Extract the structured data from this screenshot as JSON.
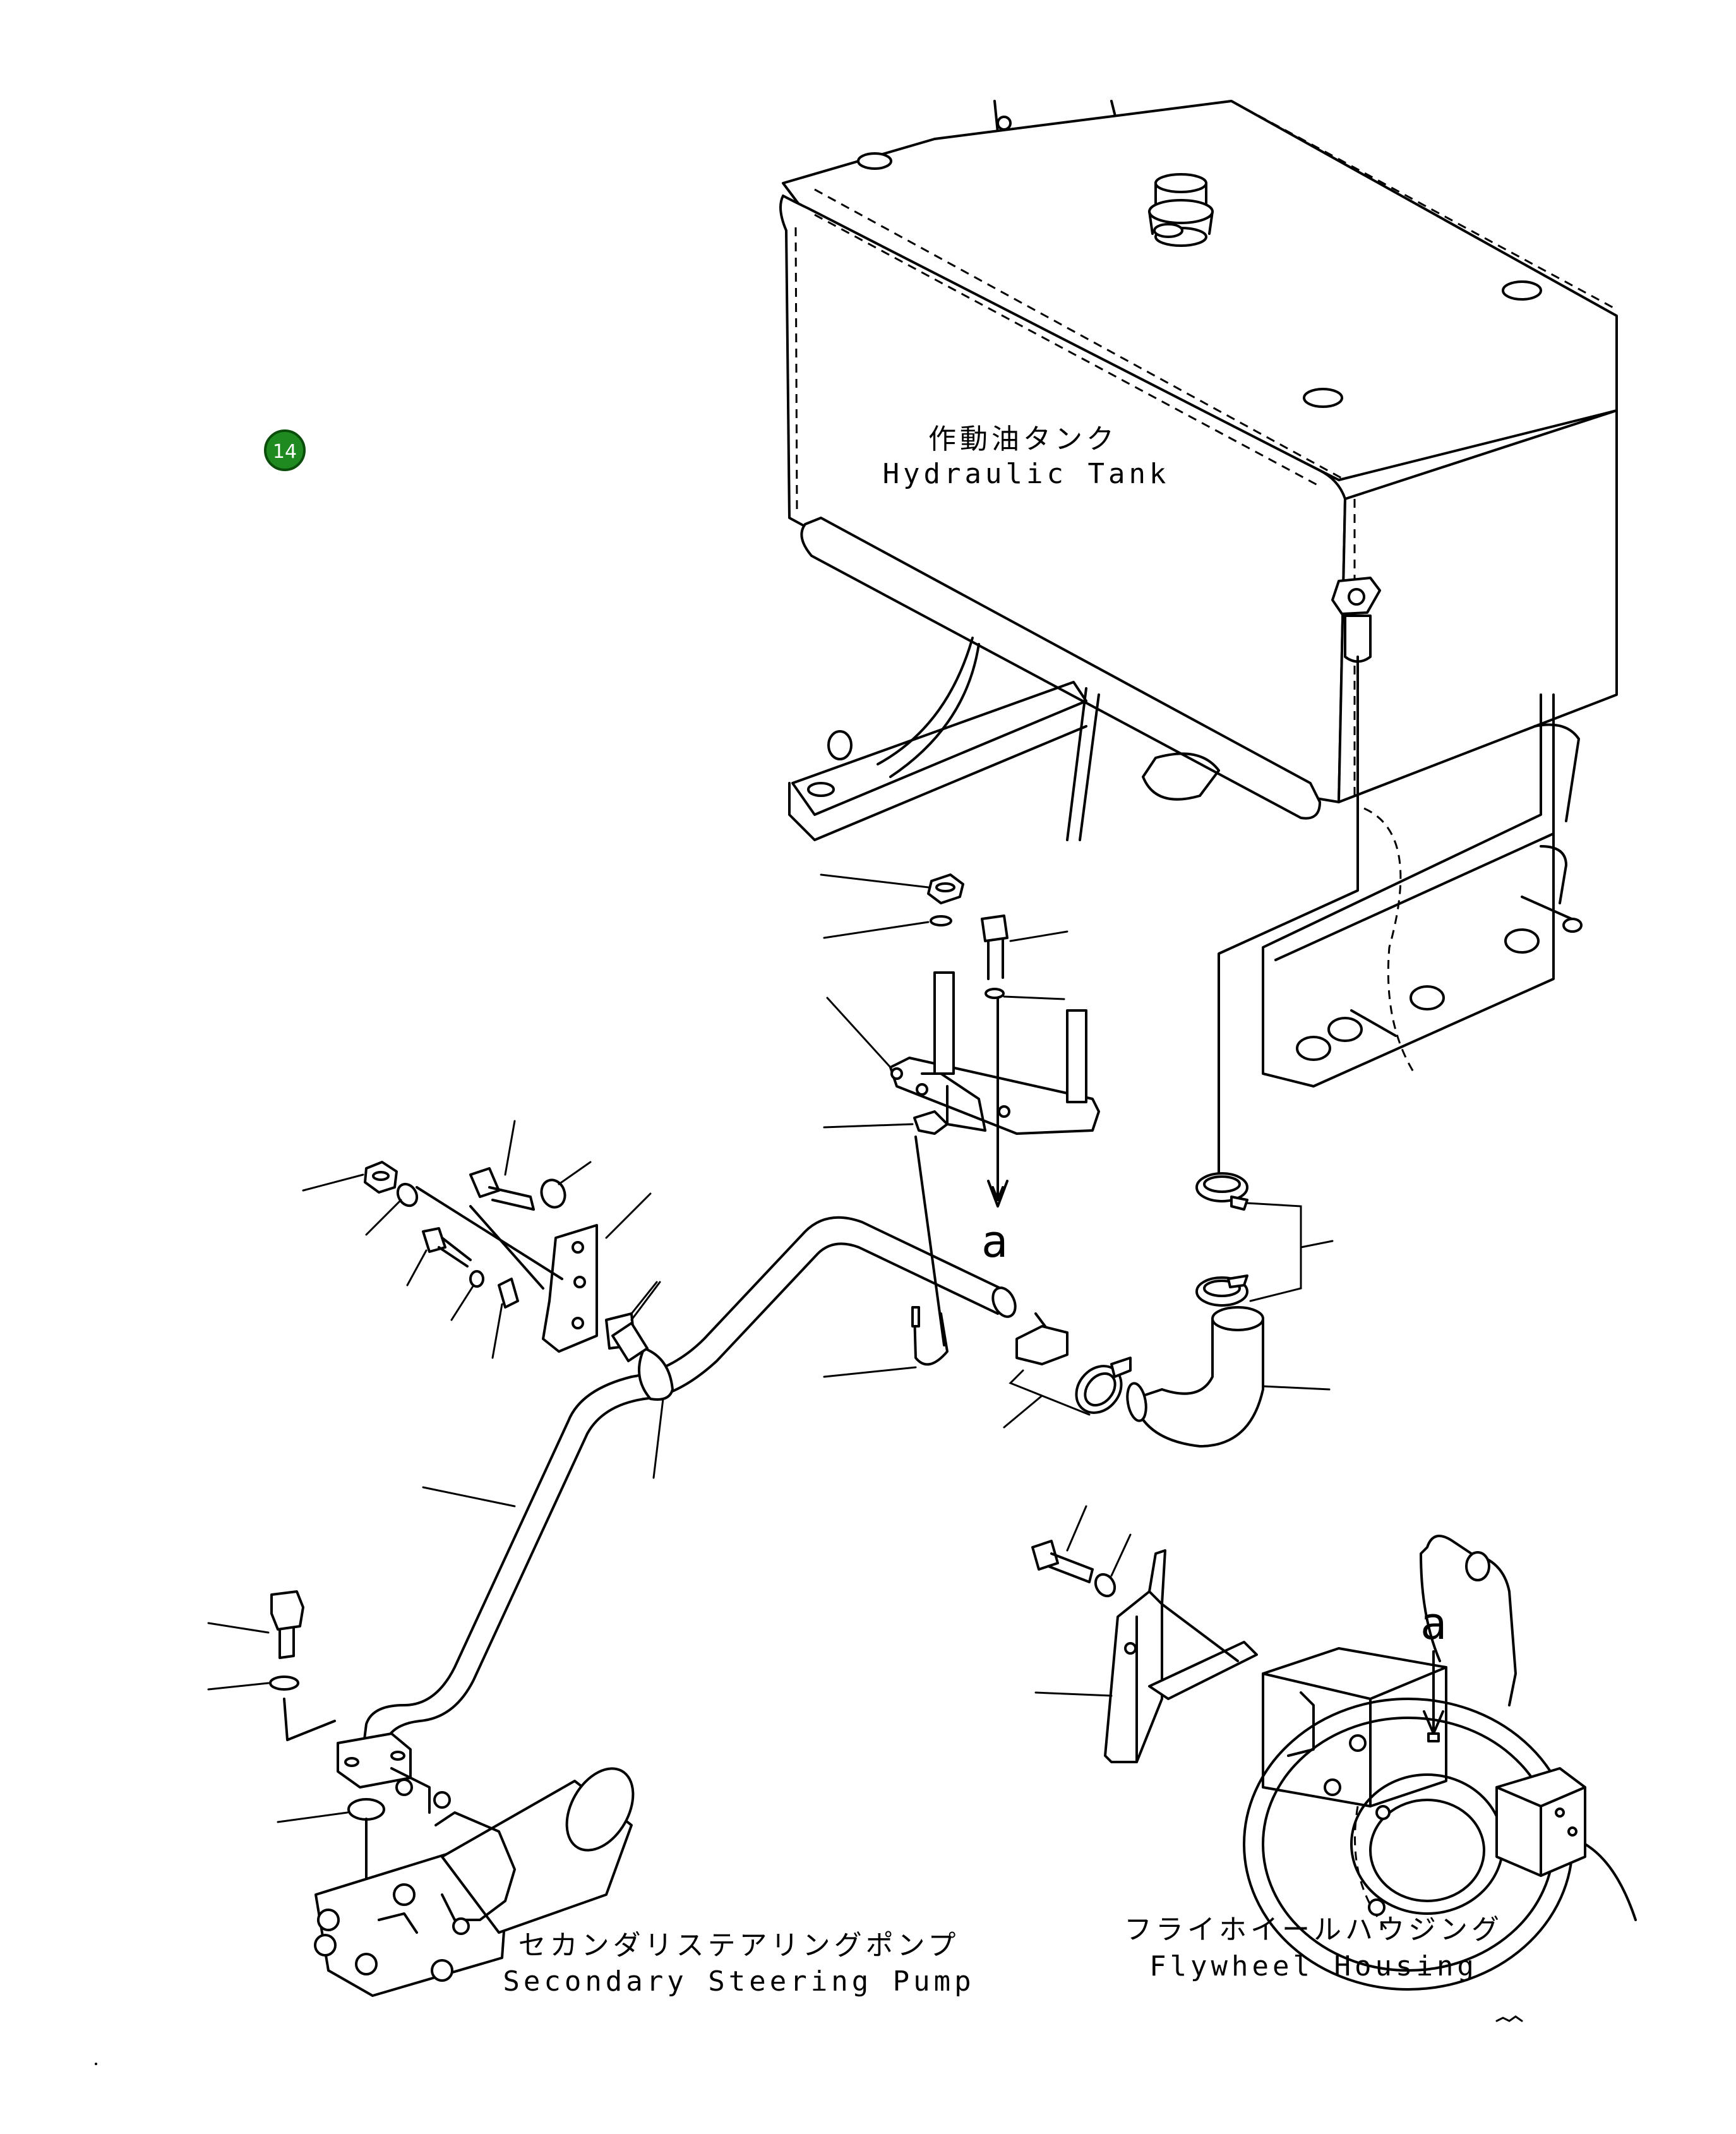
{
  "labels": {
    "hydraulic_tank_jp": "作動油タンク",
    "hydraulic_tank_en": "Hydraulic Tank",
    "secondary_pump_jp": "セカンダリステアリングポンプ",
    "secondary_pump_en": "Secondary Steering Pump",
    "flywheel_jp": "フライホイールハウジング",
    "flywheel_en": "Flywheel Housing",
    "ref_a_1": "a",
    "ref_a_2": "a"
  },
  "badge": {
    "number": "14",
    "color": "#1f8a1f"
  }
}
